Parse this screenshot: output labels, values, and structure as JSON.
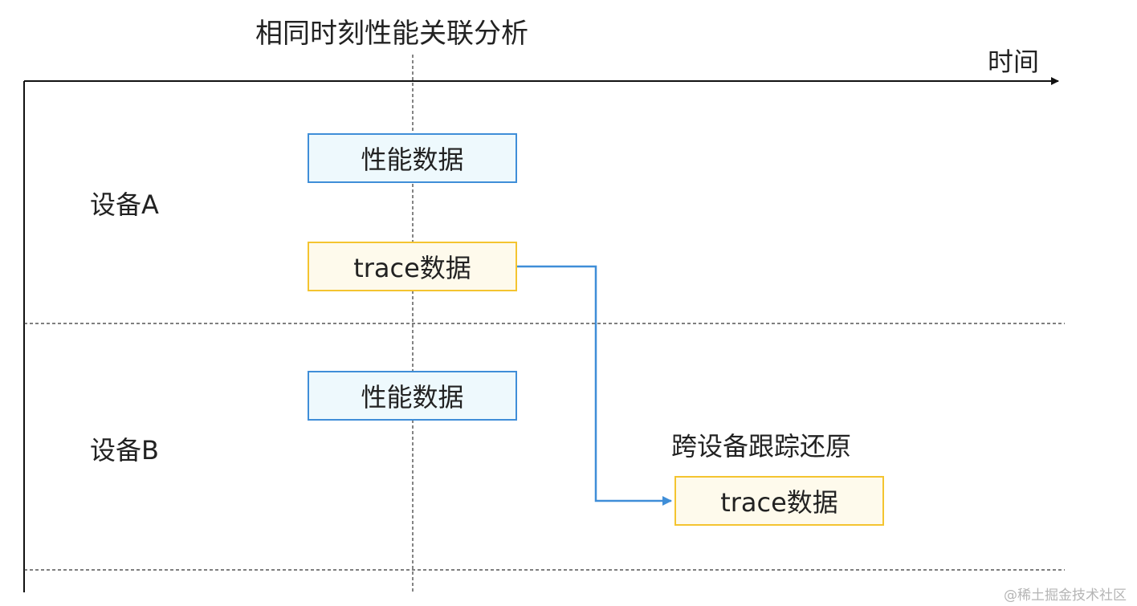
{
  "title": "相同时刻性能关联分析",
  "time_axis_label": "时间",
  "devices": [
    {
      "label": "设备A",
      "perf_box": "性能数据",
      "trace_box": "trace数据"
    },
    {
      "label": "设备B",
      "perf_box": "性能数据",
      "trace_box": "trace数据"
    }
  ],
  "cross_device_label": "跨设备跟踪还原",
  "watermark": "@稀土掘金技术社区",
  "colors": {
    "perf_border": "#3f8ed8",
    "perf_fill": "#eef9fd",
    "trace_border": "#f4c430",
    "trace_fill": "#fefaec",
    "connector": "#3f8ed8",
    "axis": "#111111"
  }
}
